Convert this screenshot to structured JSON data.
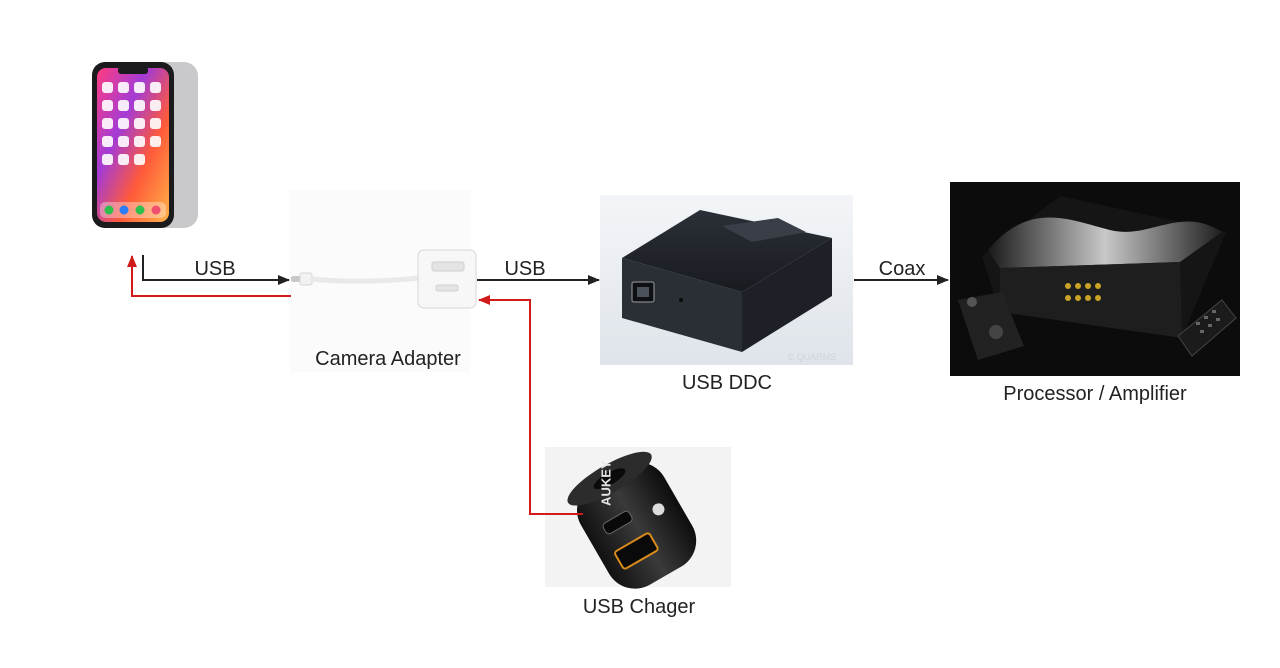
{
  "diagram": {
    "nodes": {
      "phone": {
        "label": ""
      },
      "camera_adapter": {
        "label": "Camera Adapter"
      },
      "usb_ddc": {
        "label": "USB DDC",
        "watermark": "© QUARMS"
      },
      "processor": {
        "label": "Processor / Amplifier"
      },
      "charger": {
        "label": "USB Chager",
        "brand": "AUKEY"
      }
    },
    "edges": {
      "phone_to_adapter": {
        "label": "USB"
      },
      "adapter_to_ddc": {
        "label": "USB"
      },
      "ddc_to_processor": {
        "label": "Coax"
      },
      "charger_to_adapter": {
        "label": ""
      },
      "adapter_to_phone": {
        "label": ""
      }
    },
    "colors": {
      "signal": "#222222",
      "power": "#d11a1a"
    }
  }
}
